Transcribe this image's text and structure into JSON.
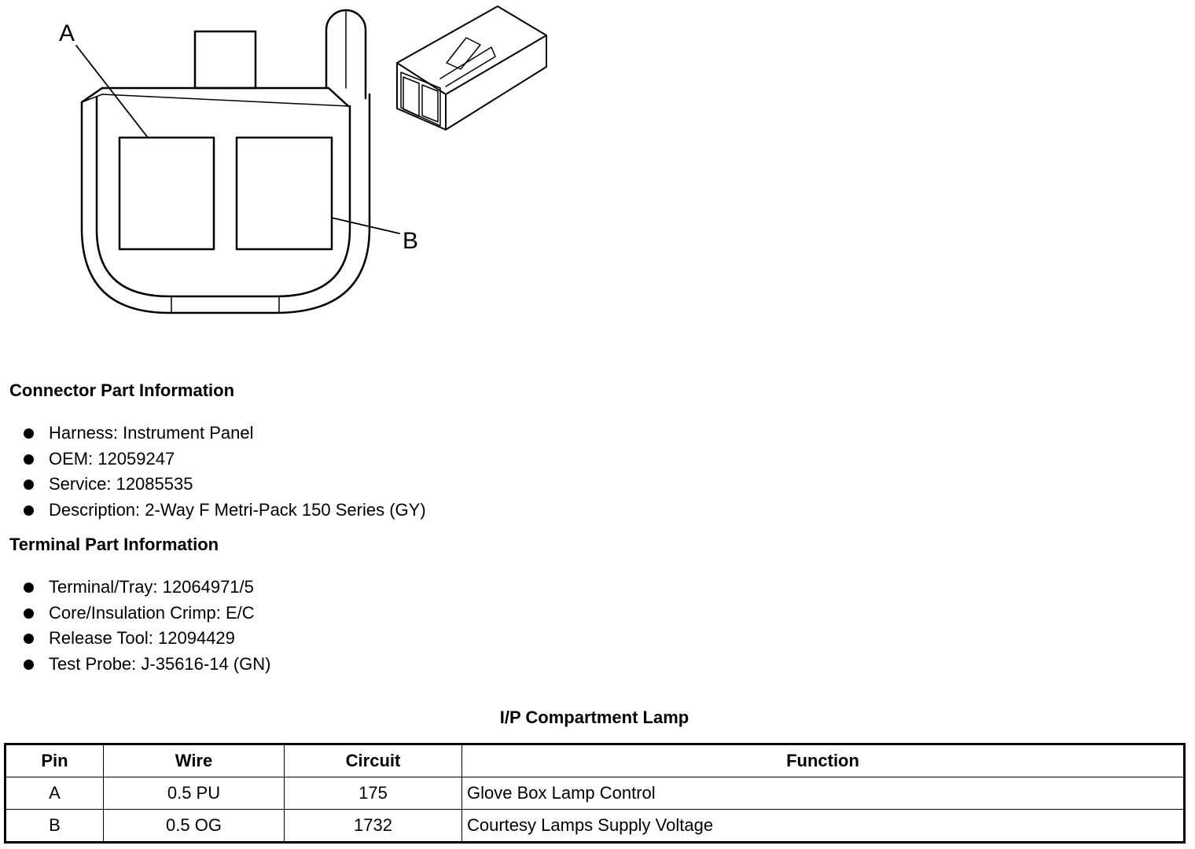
{
  "diagram": {
    "callouts": {
      "a": "A",
      "b": "B"
    }
  },
  "connector_info": {
    "title": "Connector Part Information",
    "items": [
      "Harness: Instrument Panel",
      "OEM: 12059247",
      "Service: 12085535",
      "Description: 2-Way F Metri-Pack 150 Series (GY)"
    ]
  },
  "terminal_info": {
    "title": "Terminal Part Information",
    "items": [
      "Terminal/Tray: 12064971/5",
      "Core/Insulation Crimp: E/C",
      "Release Tool: 12094429",
      "Test Probe: J-35616-14 (GN)"
    ]
  },
  "table": {
    "title": "I/P Compartment Lamp",
    "headers": [
      "Pin",
      "Wire",
      "Circuit",
      "Function"
    ],
    "rows": [
      [
        "A",
        "0.5 PU",
        "175",
        "Glove Box Lamp Control"
      ],
      [
        "B",
        "0.5 OG",
        "1732",
        "Courtesy Lamps Supply Voltage"
      ]
    ]
  }
}
